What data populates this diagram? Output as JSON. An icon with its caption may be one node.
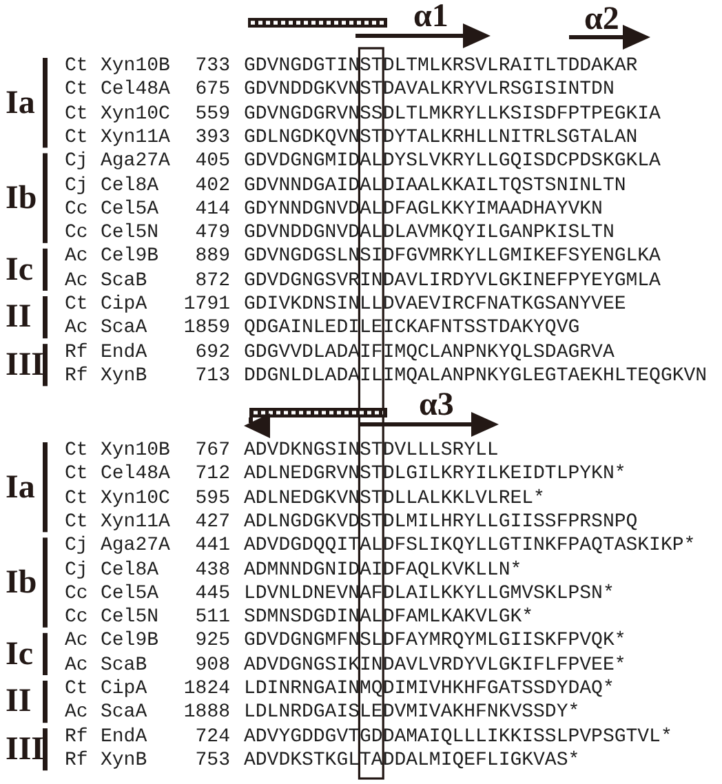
{
  "diagram": {
    "nodes": [
      {
        "text": [],
        "shape": "box"
      }
    ],
    "labels": [
      "α1",
      "α2",
      "Ia",
      "Ct",
      "Xyn10B",
      "733",
      "GDVNGDGTINSTDLTMLKRSVLRAITLTDDAKAR",
      "Ct",
      "Cel48A",
      "675",
      "GDVNDDGKVNSTDAVALKRYVLRSGISINTDN",
      "Ct",
      "Xyn10C",
      "559",
      "GDVNGDGRVNSSDLTLMKRYLLKSISDFPTPEGKIA",
      "Ct",
      "Xyn11A",
      "393",
      "GDLNGDKQVNSTDYTALKRHLLNITRLSGTALAN",
      "Ib",
      "Cj",
      "Aga27A",
      "405",
      "GDVDGNGMIDALDYSLVKRYLLGQISDCPDSKGKLA",
      "Cj",
      "Cel8A",
      "402",
      "GDVNNDGAIDALDIAALKKAILTQSTSNINLTN",
      "Cc",
      "Cel5A",
      "414",
      "GDYNNDGNVDALDFAGLKKYIMAADHAYVKN",
      "Cc",
      "Cel5N",
      "479",
      "GDVNDDGNVDALDLAVMKQYILGANPKISLTN",
      "Ic",
      "Ac",
      "Cel9B",
      "889",
      "GDVNGDGSLNSIDFGVMRKYLLGMIKEFSYENGLKA",
      "Ac",
      "ScaB",
      "872",
      "GDVDGNGSVRINDAVLIRDYVLGKINEFPYEYGMLA",
      "II",
      "Ct",
      "CipA",
      "1791",
      "GDIVKDNSINLLDVAEVIRCFNATKGSANYVEE",
      "Ac",
      "ScaA",
      "1859",
      "QDGAINLEDILEICKAFNTSSTDAKYQVG",
      "III",
      "Rf",
      "EndA",
      "692",
      "GDGVVDLADAIFIMQCLANPNKYQLSDAGRVA",
      "Rf",
      "XynB",
      "713",
      "DDGNLDLADAILIMQALANPNKYGLEGTAEKHLTEQGKVN",
      "α3",
      "Ia",
      "Ct",
      "Xyn10B",
      "767",
      "ADVDKNGSINSTDVLLLSRYLL",
      "Ct",
      "Cel48A",
      "712",
      "ADLNEDGRVNSTDLGILKRYILKEIDTLPYKN*",
      "Ct",
      "Xyn10C",
      "595",
      "ADLNEDGKVNSTDLLALKKLVLREL*",
      "Ct",
      "Xyn11A",
      "427",
      "ADLNGDGKVDSTDLMILHRYLLGIISSFPRSNPQ",
      "Ib",
      "Cj",
      "Aga27A",
      "441",
      "ADVDGDQQITALDFSLIKQYLLGTINKFPAQTASKIKP*",
      "Cj",
      "Cel8A",
      "438",
      "ADMNNDGNIDAIDFAQLKVKLLN*",
      "Cc",
      "Cel5A",
      "445",
      "LDVNLDNEVNAFDLAILKKYLLGMVSKLPSN*",
      "Cc",
      "Cel5N",
      "511",
      "SDMNSDGDINALDFAMLKAKVLGK*",
      "Ic",
      "Ac",
      "Cel9B",
      "925",
      "GDVDGNGMFNSLDFAYMRQYMLGIISKFPVQK*",
      "Ac",
      "ScaB",
      "908",
      "ADVDGNGSIKINDAVLVRDYVLGKIFLFPVEE*",
      "II",
      "Ct",
      "CipA",
      "1824",
      "LDINRNGAINMQDIMIVHKHFGATSSDYDAQ*",
      "Ac",
      "ScaA",
      "1888",
      "LDLNRDGAISLEDVMIVAKHFNKVSSDY*",
      "III",
      "Rf",
      "EndA",
      "724",
      "ADVYGDDGVTGDDAMAIQLLLIKKISSLPVPSGTVL*",
      "Rf",
      "XynB",
      "753",
      "ADVDKSTKGLTADDALMIQEFLIGKVAS*"
    ]
  }
}
